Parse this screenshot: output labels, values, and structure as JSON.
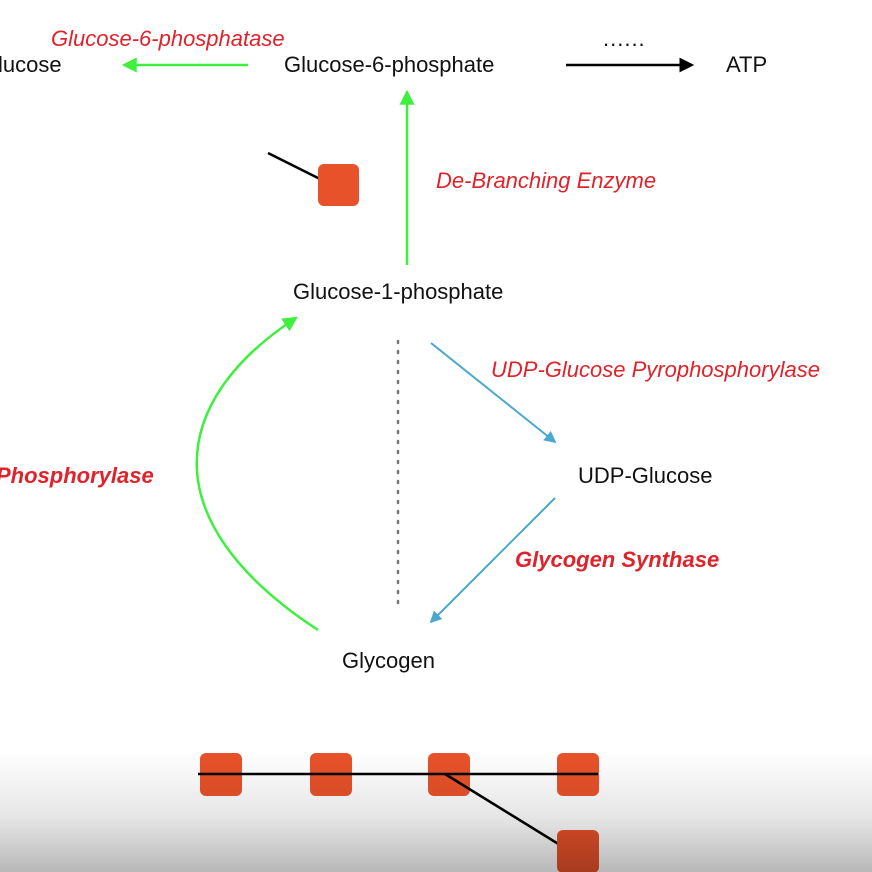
{
  "colors": {
    "enzyme_text": "#e0222a",
    "degradation_arrow": "#3ef03e",
    "synthesis_arrow": "#4aa8cc",
    "plain_arrow": "#000000",
    "glucose_unit": "#e8522a",
    "text": "#111111"
  },
  "nodes": {
    "glucose": "lucose",
    "glucose_6_phosphate": "Glucose-6-phosphate",
    "atp": "ATP",
    "ellipsis": "......",
    "glucose_1_phosphate": "Glucose-1-phosphate",
    "udp_glucose": "UDP-Glucose",
    "glycogen": "Glycogen"
  },
  "enzymes": {
    "glucose_6_phosphatase": "Glucose-6-phosphatase",
    "debranching_enzyme": "De-Branching Enzyme",
    "udp_glucose_pyrophosphorylase": "UDP-Glucose Pyrophosphorylase",
    "phosphorylase": "Phosphorylase",
    "glycogen_synthase": "Glycogen Synthase"
  }
}
